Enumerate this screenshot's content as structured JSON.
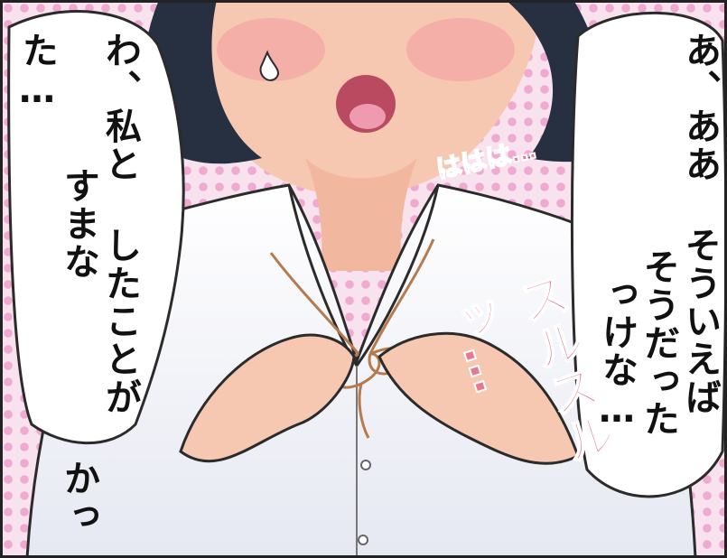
{
  "panel": {
    "left_bubble": {
      "col1": "わ、私と",
      "col2": "したことが",
      "col3": "すまな",
      "col4": "かった…"
    },
    "right_bubble": {
      "col1": "あ、ああ",
      "col2": "そういえば",
      "col3": "そうだった",
      "col4": "っけな…"
    },
    "sfx_laugh": "ははは…",
    "sfx_slide": "スルスルッ…"
  },
  "colors": {
    "background_dots": "#f2b7d6",
    "skin": "#f7c8b1",
    "hair": "#263040",
    "shirt": "#f2f3f8",
    "string": "#b77a4f",
    "sfx": "#e8788f"
  }
}
